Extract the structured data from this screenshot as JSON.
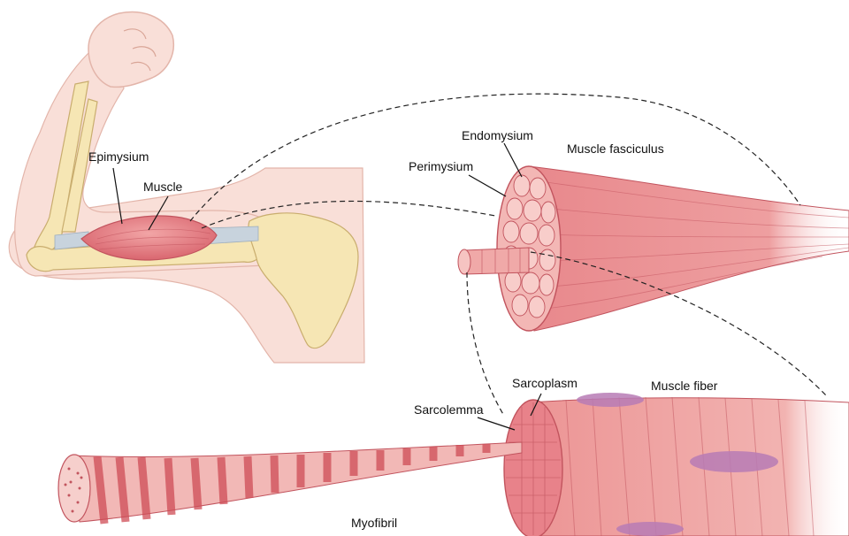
{
  "labels": {
    "epimysium": "Epimysium",
    "muscle": "Muscle",
    "endomysium": "Endomysium",
    "perimysium": "Perimysium",
    "muscle_fasciculus": "Muscle fasciculus",
    "sarcoplasm": "Sarcoplasm",
    "muscle_fiber": "Muscle fiber",
    "sarcolemma": "Sarcolemma",
    "myofibril": "Myofibril"
  },
  "colors": {
    "skin": "#f9dfd8",
    "skin_outline": "#e3b5aa",
    "bone": "#f6e6b4",
    "bone_outline": "#c9ad6e",
    "muscle": "#e8858a",
    "muscle_dark": "#d2626b",
    "muscle_light": "#f2b0b0",
    "tendon": "#c8d3dd",
    "nucleus": "#b77bb5",
    "line": "#111111"
  }
}
